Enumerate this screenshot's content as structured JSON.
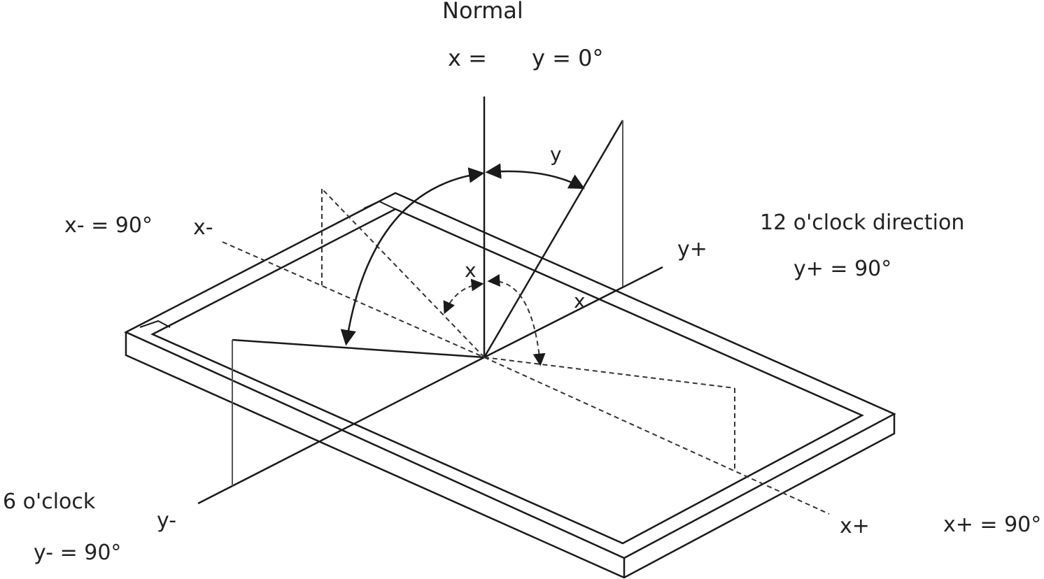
{
  "labels": {
    "normal": "Normal",
    "normal_x": "x =",
    "normal_y": "y = 0°",
    "angle_y": "y",
    "angle_x": "x",
    "angle_x_inner": "x",
    "x_minus_eq": "x- = 90°",
    "x_minus": "x-",
    "y_plus": "y+",
    "twelve_oclock": "12 o'clock direction",
    "y_plus_eq": "y+ = 90°",
    "six_oclock": "6 o'clock",
    "y_minus": "y-",
    "y_minus_eq": "y- = 90°",
    "x_plus": "x+",
    "x_plus_eq": "x+ = 90°"
  },
  "colors": {
    "line": "#1a1a1a",
    "text": "#222222",
    "background": "#ffffff"
  }
}
